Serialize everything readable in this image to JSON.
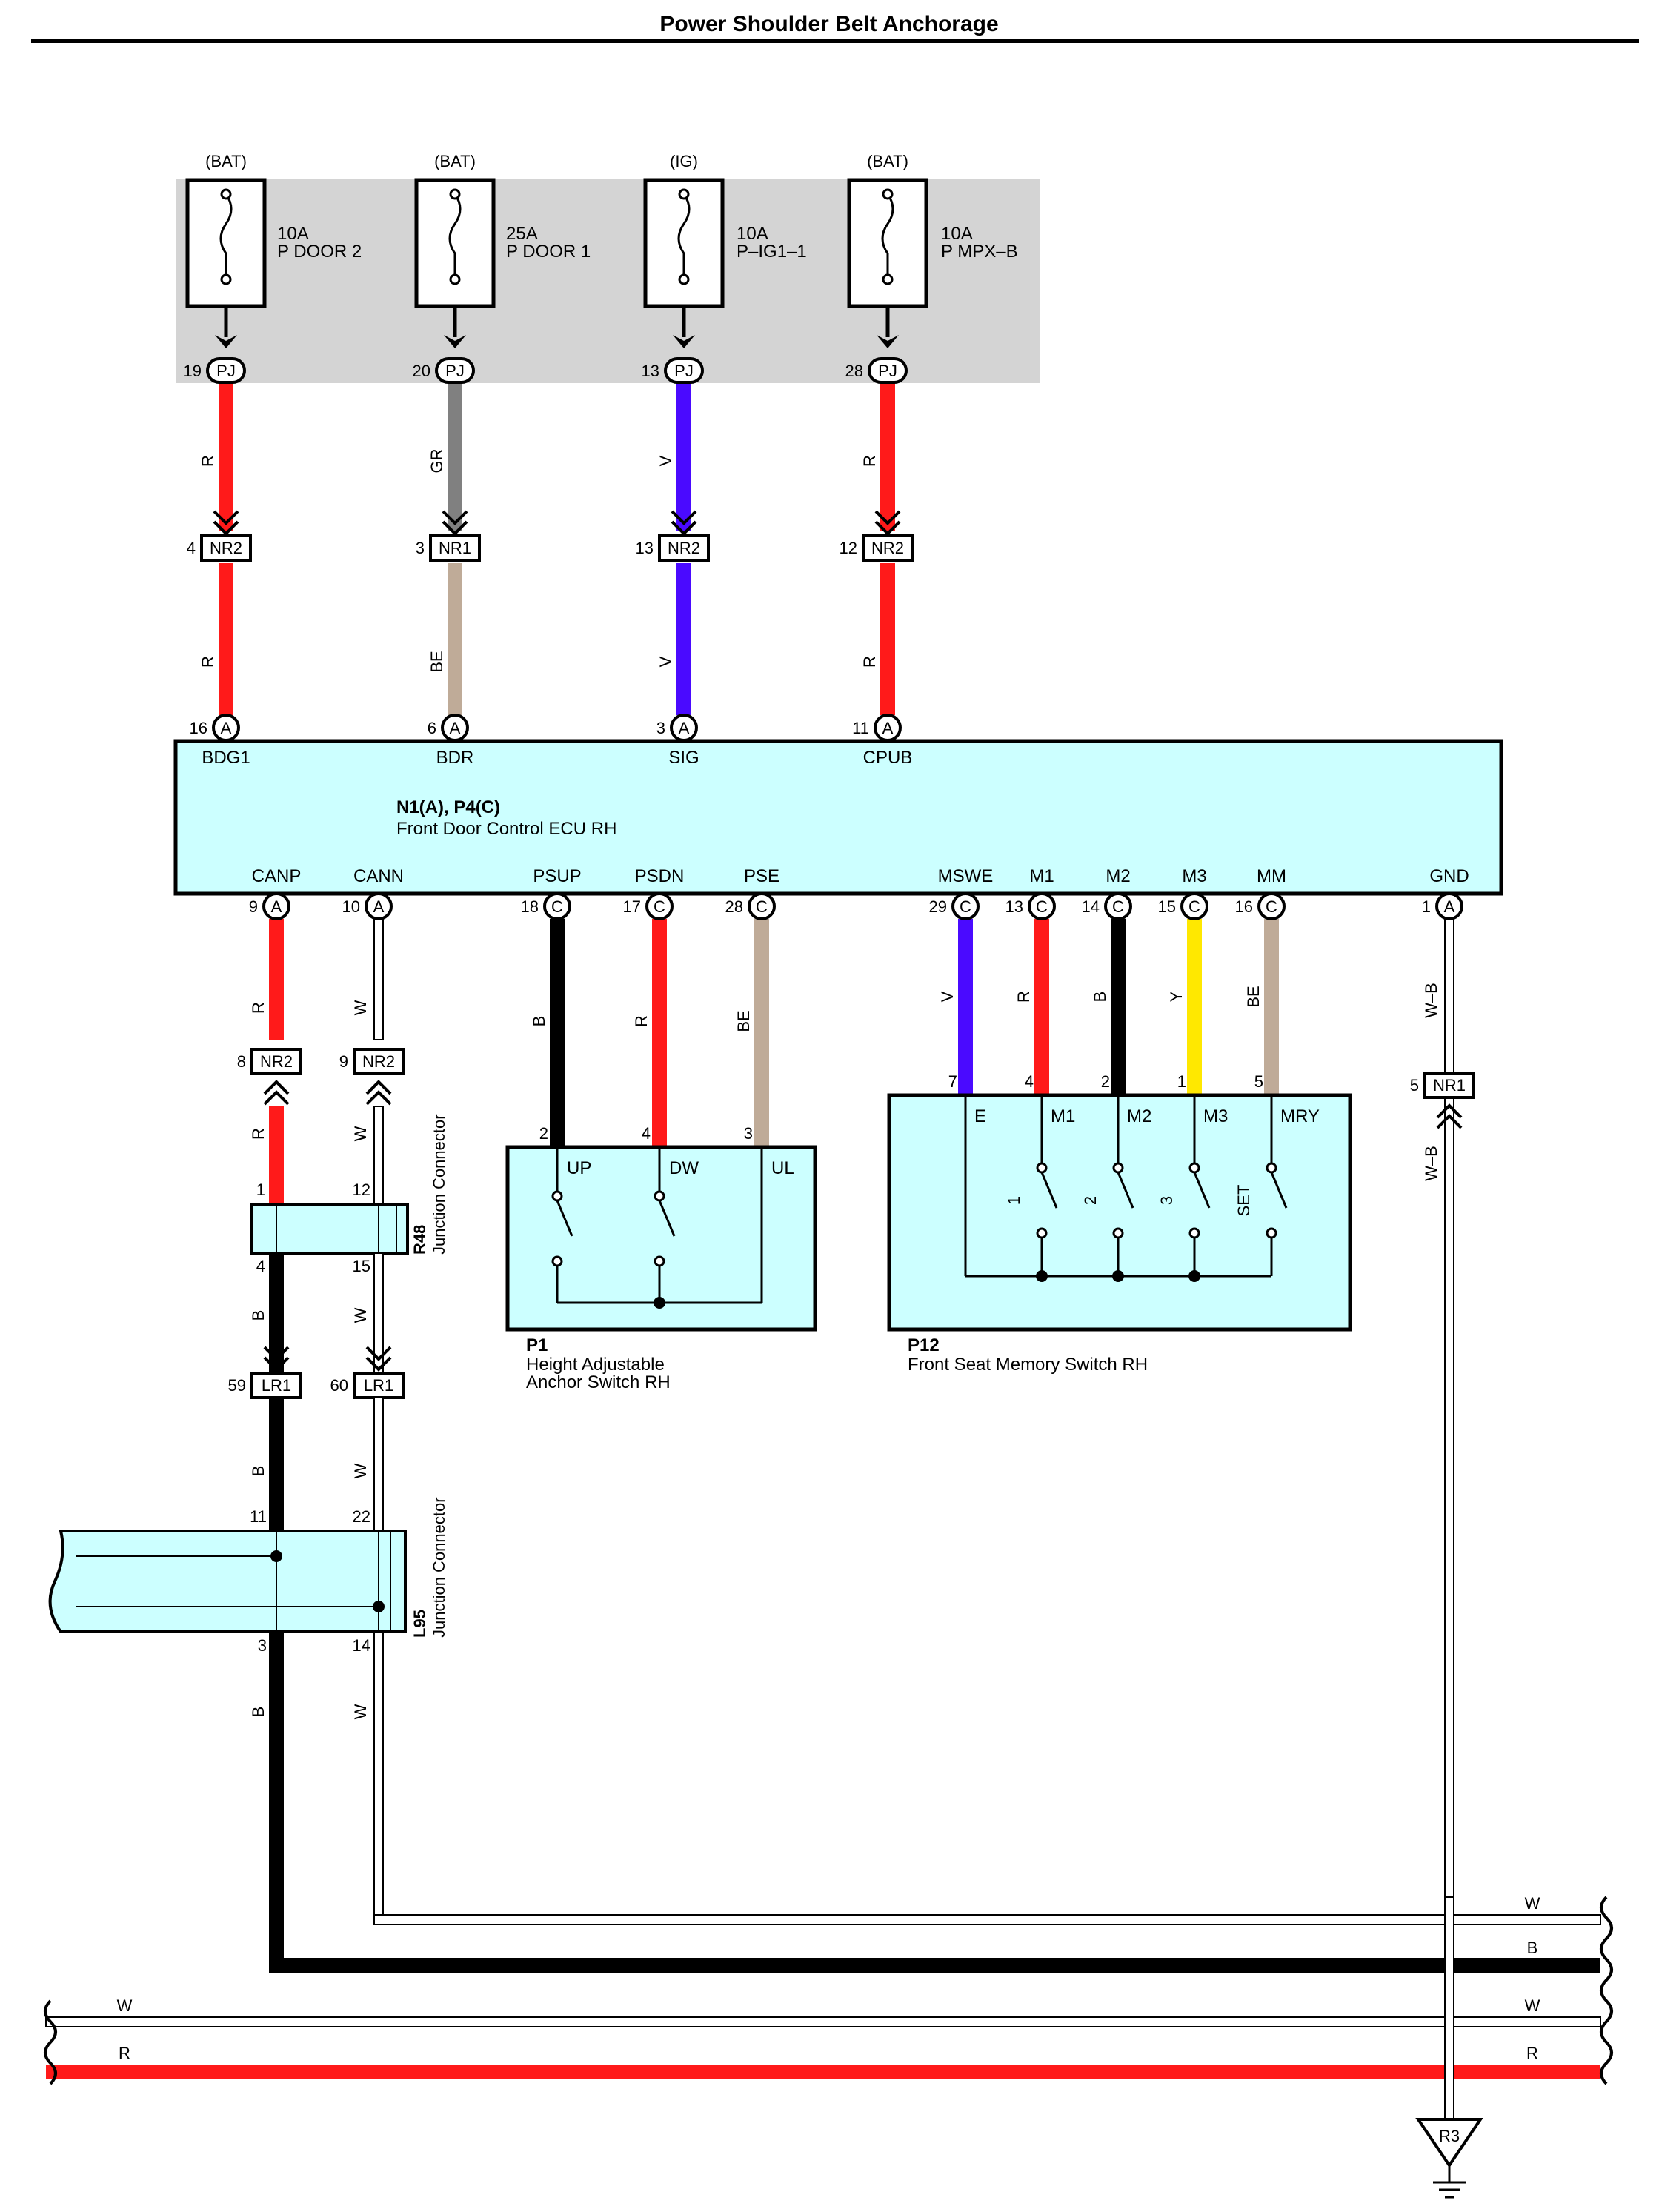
{
  "title": "Power Shoulder Belt Anchorage",
  "colors": {
    "R": "#ff1a1a",
    "GR": "#808080",
    "V": "#4a0aff",
    "BE": "#bfab98",
    "B": "#000000",
    "Y": "#ffe800",
    "W": "#ffffff",
    "box": "#ccffff",
    "fusebox": "#d4d4d4"
  },
  "fuses": [
    {
      "source": "(BAT)",
      "amp": "10A",
      "name": "P DOOR 2",
      "pin": "19",
      "conn": "PJ",
      "wire": "R"
    },
    {
      "source": "(BAT)",
      "amp": "25A",
      "name": "P DOOR 1",
      "pin": "20",
      "conn": "PJ",
      "wire": "GR"
    },
    {
      "source": "(IG)",
      "amp": "10A",
      "name": "P–IG1–1",
      "pin": "13",
      "conn": "PJ",
      "wire": "V"
    },
    {
      "source": "(BAT)",
      "amp": "10A",
      "name": "P MPX–B",
      "pin": "28",
      "conn": "PJ",
      "wire": "R"
    }
  ],
  "splices_top": [
    {
      "pin": "4",
      "conn": "NR2",
      "wire": "R"
    },
    {
      "pin": "3",
      "conn": "NR1",
      "wire": "BE"
    },
    {
      "pin": "13",
      "conn": "NR2",
      "wire": "V"
    },
    {
      "pin": "12",
      "conn": "NR2",
      "wire": "R"
    }
  ],
  "ecu": {
    "title": "N1(A), P4(C)",
    "name": "Front Door Control ECU RH",
    "top_pins": [
      {
        "pin": "16",
        "conn": "A",
        "label": "BDG1"
      },
      {
        "pin": "6",
        "conn": "A",
        "label": "BDR"
      },
      {
        "pin": "3",
        "conn": "A",
        "label": "SIG"
      },
      {
        "pin": "11",
        "conn": "A",
        "label": "CPUB"
      }
    ],
    "bottom_pins": [
      {
        "pin": "9",
        "conn": "A",
        "label": "CANP",
        "wire": "R"
      },
      {
        "pin": "10",
        "conn": "A",
        "label": "CANN",
        "wire": "W"
      },
      {
        "pin": "18",
        "conn": "C",
        "label": "PSUP",
        "wire": "B"
      },
      {
        "pin": "17",
        "conn": "C",
        "label": "PSDN",
        "wire": "R"
      },
      {
        "pin": "28",
        "conn": "C",
        "label": "PSE",
        "wire": "BE"
      },
      {
        "pin": "29",
        "conn": "C",
        "label": "MSWE",
        "wire": "V"
      },
      {
        "pin": "13",
        "conn": "C",
        "label": "M1",
        "wire": "R"
      },
      {
        "pin": "14",
        "conn": "C",
        "label": "M2",
        "wire": "B"
      },
      {
        "pin": "15",
        "conn": "C",
        "label": "M3",
        "wire": "Y"
      },
      {
        "pin": "16",
        "conn": "C",
        "label": "MM",
        "wire": "BE"
      },
      {
        "pin": "1",
        "conn": "A",
        "label": "GND",
        "wire": "W–B"
      }
    ]
  },
  "can": {
    "nr2_left": {
      "pin": "8",
      "conn": "NR2"
    },
    "nr2_right": {
      "pin": "9",
      "conn": "NR2"
    },
    "wire_left_below": "R",
    "wire_right_below": "W",
    "r48": {
      "id": "R48",
      "name": "Junction Connector",
      "pins": [
        "1",
        "12",
        "4",
        "15"
      ]
    },
    "wire_left_r48": "B",
    "wire_right_r48": "W",
    "lr1_left": {
      "pin": "59",
      "conn": "LR1"
    },
    "lr1_right": {
      "pin": "60",
      "conn": "LR1"
    },
    "wire_left_lr1": "B",
    "wire_right_lr1": "W",
    "l95": {
      "id": "L95",
      "name": "Junction Connector",
      "pins": [
        "11",
        "22",
        "3",
        "14"
      ]
    },
    "wire_left_l95": "B",
    "wire_right_l95": "W"
  },
  "p1": {
    "id": "P1",
    "name_line1": "Height Adjustable",
    "name_line2": "Anchor Switch RH",
    "pins": [
      "2",
      "4",
      "3"
    ],
    "labels": [
      "UP",
      "DW",
      "UL"
    ]
  },
  "p12": {
    "id": "P12",
    "name": "Front Seat Memory Switch RH",
    "pins": [
      "7",
      "4",
      "2",
      "1",
      "5"
    ],
    "labels": [
      "E",
      "M1",
      "M2",
      "M3",
      "MRY"
    ],
    "switch_labels": [
      "1",
      "2",
      "3",
      "SET"
    ]
  },
  "gnd": {
    "nr1": {
      "pin": "5",
      "conn": "NR1"
    },
    "wire_below": "W–B",
    "ground": "R3"
  },
  "bus_labels": {
    "w_top": "W",
    "b": "B",
    "w_bottom_left": "W",
    "w_bottom_right": "W",
    "r_left": "R",
    "r_right": "R"
  }
}
